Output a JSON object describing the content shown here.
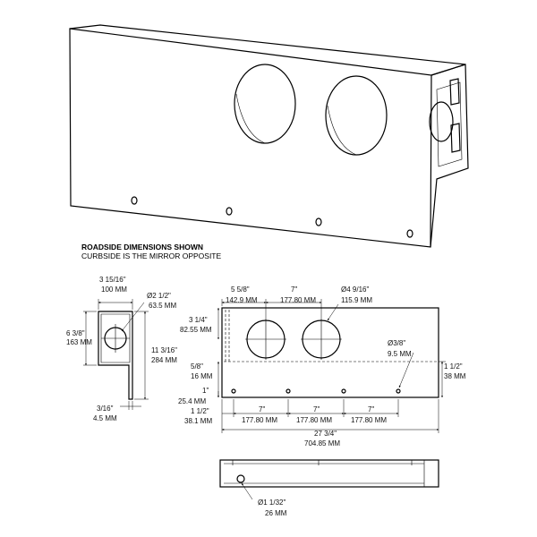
{
  "notes": {
    "title": "ROADSIDE DIMENSIONS SHOWN",
    "subtitle": "CURBSIDE IS THE MIRROR OPPOSITE"
  },
  "side_view": {
    "width_in": "3 15/16\"",
    "width_mm": "100 MM",
    "height_in": "6 3/8\"",
    "height_mm": "163 MM",
    "hole_in": "Ø2 1/2\"",
    "hole_mm": "63.5 MM",
    "overall_in": "11 3/16\"",
    "overall_mm": "284 MM",
    "thickness_in": "3/16\"",
    "thickness_mm": "4.5 MM"
  },
  "front_view": {
    "left_offset_in": "5 5/8\"",
    "left_offset_mm": "142.9 MM",
    "hole_spacing_in": "7\"",
    "hole_spacing_mm": "177.80 MM",
    "large_hole_in": "Ø4 9/16\"",
    "large_hole_mm": "115.9 MM",
    "hole_center_in": "3 1/4\"",
    "hole_center_mm": "82.55 MM",
    "small_hole_in": "Ø3/8\"",
    "small_hole_mm": "9.5 MM",
    "flange_in": "5/8\"",
    "flange_mm": "16 MM",
    "right_in": "1 1/2\"",
    "right_mm": "38 MM",
    "bolt_row_in": "1\"",
    "bolt_row_mm": "25.4 MM",
    "bolt_start_in": "1 1/2\"",
    "bolt_start_mm": "38.1 MM",
    "bolt_spacing_in": "7\"",
    "bolt_spacing_mm": "177.80 MM",
    "total_in": "27 3/4\"",
    "total_mm": "704.85 MM"
  },
  "bottom_view": {
    "hole_in": "Ø1 1/32\"",
    "hole_mm": "26 MM"
  }
}
